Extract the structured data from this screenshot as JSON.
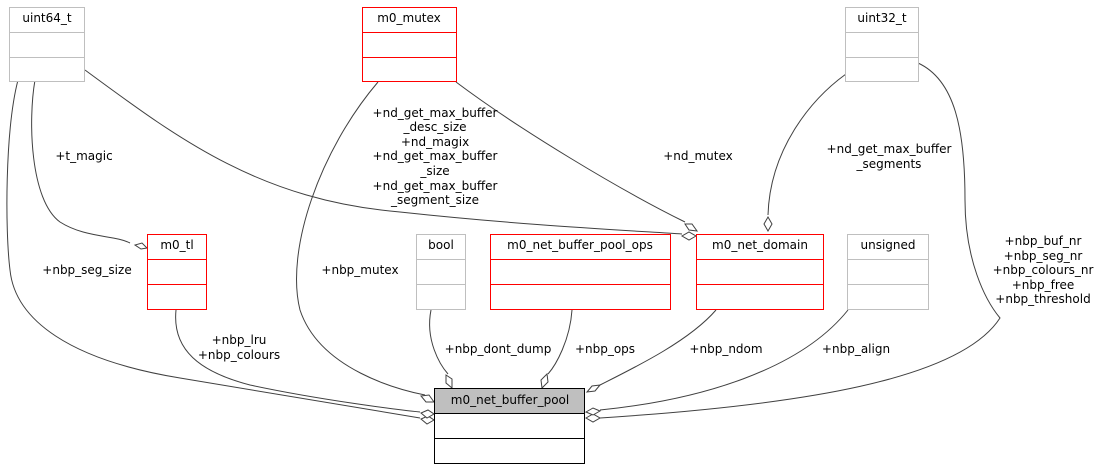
{
  "diagram": {
    "colors": {
      "external_border": "#bfbfbf",
      "class_border": "#ff0000",
      "main_fill": "#bfbfbf",
      "main_border": "#000000",
      "edge": "#404040"
    },
    "nodes": {
      "uint64_t": "uint64_t",
      "m0_mutex": "m0_mutex",
      "uint32_t": "uint32_t",
      "m0_tl": "m0_tl",
      "bool": "bool",
      "m0_net_buffer_pool_ops": "m0_net_buffer_pool_ops",
      "m0_net_domain": "m0_net_domain",
      "unsigned": "unsigned",
      "m0_net_buffer_pool": "m0_net_buffer_pool"
    },
    "edges": {
      "t_magic": [
        "+t_magic"
      ],
      "nbp_seg_size": [
        "+nbp_seg_size"
      ],
      "domain_from_uint64": [
        "+nd_get_max_buffer",
        "_desc_size",
        "+nd_magix",
        "+nd_get_max_buffer",
        "_size",
        "+nd_get_max_buffer",
        "_segment_size"
      ],
      "nd_mutex": [
        "+nd_mutex"
      ],
      "nd_segments": [
        "+nd_get_max_buffer",
        "_segments"
      ],
      "nbp_mutex": [
        "+nbp_mutex"
      ],
      "uint32_fields": [
        "+nbp_buf_nr",
        "+nbp_seg_nr",
        "+nbp_colours_nr",
        "+nbp_free",
        "+nbp_threshold"
      ],
      "tl_fields": [
        "+nbp_lru",
        "+nbp_colours"
      ],
      "nbp_dont_dump": [
        "+nbp_dont_dump"
      ],
      "nbp_ops": [
        "+nbp_ops"
      ],
      "nbp_ndom": [
        "+nbp_ndom"
      ],
      "nbp_align": [
        "+nbp_align"
      ]
    }
  }
}
